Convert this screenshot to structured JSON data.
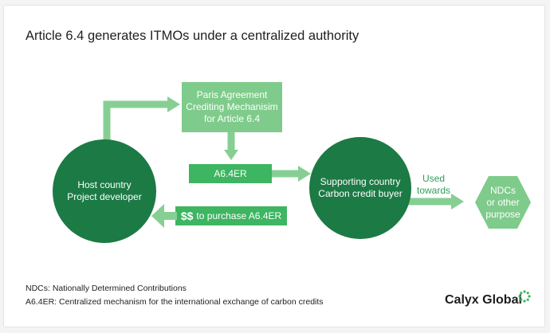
{
  "title": "Article 6.4 generates ITMOs under a centralized authority",
  "nodes": {
    "paris": [
      "Paris Agreement",
      "Crediting Mechanisim",
      "for Article 6.4"
    ],
    "a64er": "A6.4ER",
    "host": [
      "Host country",
      "Project developer"
    ],
    "support": [
      "Supporting country",
      "Carbon credit buyer"
    ],
    "ndc": [
      "NDCs",
      "or other",
      "purpose"
    ],
    "purchase_symbol": "$$",
    "purchase_text": "to purchase A6.4ER",
    "used": [
      "Used",
      "towards"
    ]
  },
  "legend": {
    "line1": "NDCs: Nationally Determined Contributions",
    "line2": "A6.4ER: Centralized mechanism for the international exchange of carbon credits"
  },
  "brand": {
    "name": "Calyx Global",
    "logo_icon": "ring-of-dots-icon"
  },
  "colors": {
    "dark_green": "#1c7a45",
    "mid_green": "#3db561",
    "light_green": "#7fcb8b",
    "arrow_green": "#86cf93",
    "text_green": "#2e9e58"
  }
}
